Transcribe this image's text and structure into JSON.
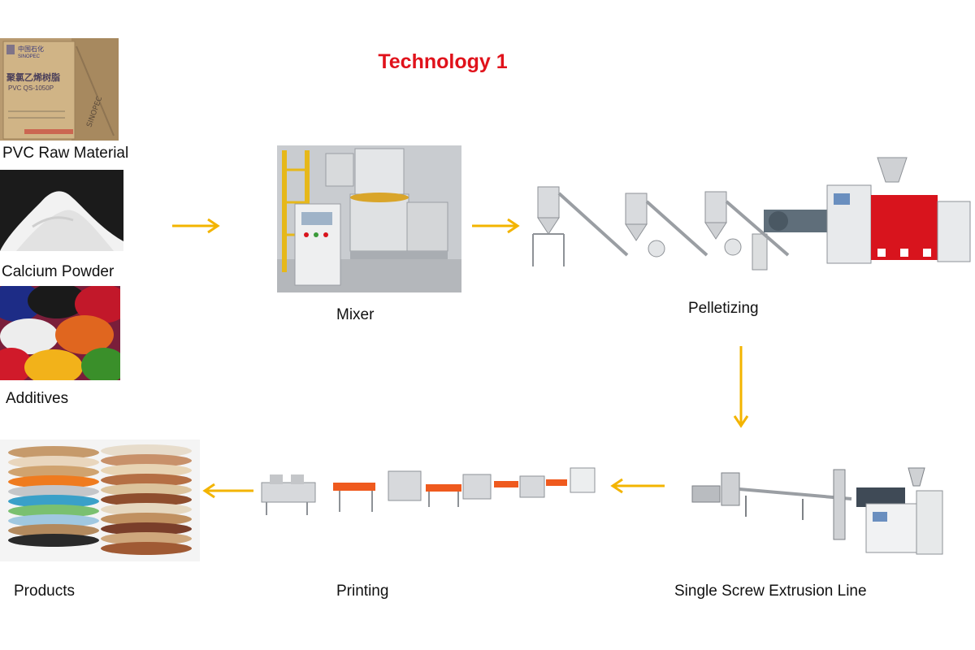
{
  "title": "Technology 1",
  "labels": {
    "pvc": "PVC Raw Material",
    "calcium": "Calcium Powder",
    "additives": "Additives",
    "mixer": "Mixer",
    "pelletizing": "Pelletizing",
    "extrusion": "Single Screw Extrusion Line",
    "printing": "Printing",
    "products": "Products"
  },
  "bag_text": {
    "brand_cn": "中国石化",
    "brand_en": "SINOPEC",
    "product_cn": "聚氯乙烯树脂",
    "grade": "PVC QS-1050P"
  },
  "colors": {
    "title": "#e0121b",
    "arrow": "#f3b400",
    "machine_red": "#d8141d",
    "orange_belt": "#ef5a1e"
  }
}
